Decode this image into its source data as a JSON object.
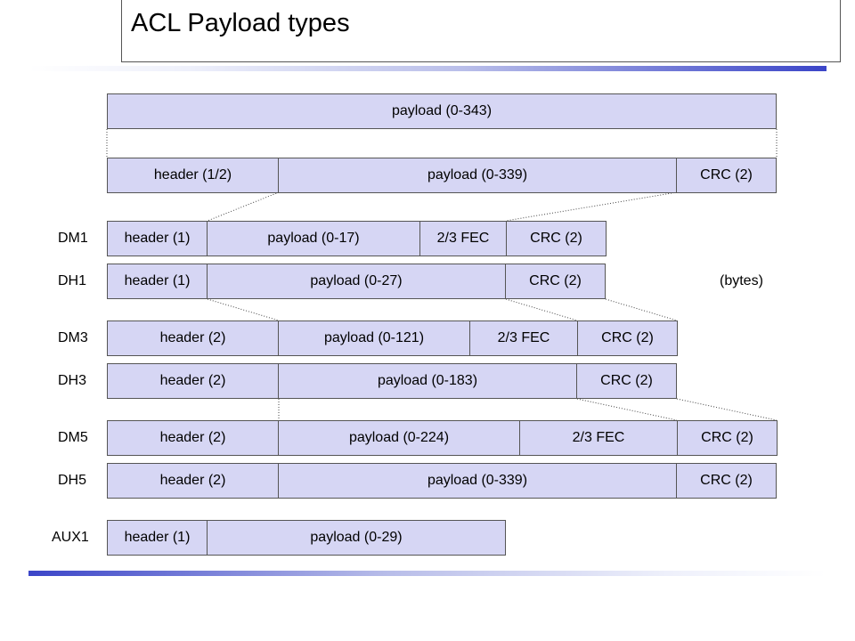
{
  "title": "ACL Payload types",
  "units_note": "(bytes)",
  "rows": {
    "top_payload": {
      "cells": [
        "payload (0-343)"
      ]
    },
    "general": {
      "cells": [
        "header (1/2)",
        "payload (0-339)",
        "CRC (2)"
      ]
    },
    "dm1": {
      "label": "DM1",
      "cells": [
        "header (1)",
        "payload (0-17)",
        "2/3 FEC",
        "CRC (2)"
      ]
    },
    "dh1": {
      "label": "DH1",
      "cells": [
        "header (1)",
        "payload (0-27)",
        "CRC (2)"
      ]
    },
    "dm3": {
      "label": "DM3",
      "cells": [
        "header (2)",
        "payload (0-121)",
        "2/3 FEC",
        "CRC (2)"
      ]
    },
    "dh3": {
      "label": "DH3",
      "cells": [
        "header (2)",
        "payload (0-183)",
        "CRC (2)"
      ]
    },
    "dm5": {
      "label": "DM5",
      "cells": [
        "header (2)",
        "payload (0-224)",
        "2/3 FEC",
        "CRC (2)"
      ]
    },
    "dh5": {
      "label": "DH5",
      "cells": [
        "header (2)",
        "payload (0-339)",
        "CRC (2)"
      ]
    },
    "aux1": {
      "label": "AUX1",
      "cells": [
        "header (1)",
        "payload (0-29)"
      ]
    }
  }
}
